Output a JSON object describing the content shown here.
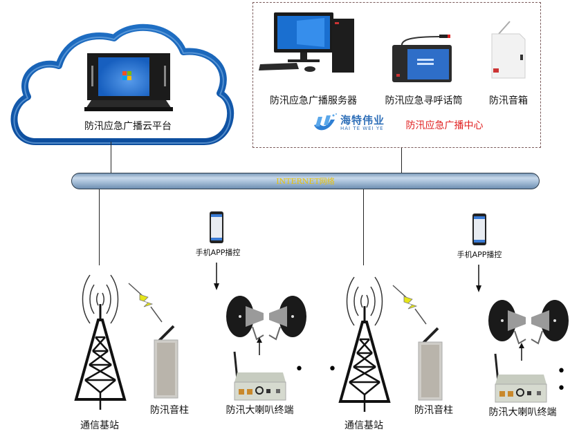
{
  "cloud": {
    "label": "防汛应急广播云平台",
    "device_icon": "rack-console-icon"
  },
  "center": {
    "devices": [
      {
        "label": "防汛应急广播服务器",
        "icon": "desktop-computer-icon"
      },
      {
        "label": "防汛应急寻呼话筒",
        "icon": "paging-microphone-icon"
      },
      {
        "label": "防汛音箱",
        "icon": "wall-speaker-icon"
      }
    ],
    "logo": {
      "name_cn": "海特伟业",
      "name_en": "HAI TE WEI YE",
      "icon": "haitewei-logo-icon"
    },
    "title": "防汛应急广播中心",
    "title_color": "#e02020"
  },
  "network": {
    "label": "INTERNET网络",
    "label_color": "#e8c20a"
  },
  "branches": [
    {
      "tower_label": "通信基站",
      "column_speaker_label": "防汛音柱",
      "app_label": "手机APP播控",
      "terminal_label": "防汛大喇叭终端",
      "ellipsis": "• •"
    },
    {
      "tower_label": "通信基站",
      "column_speaker_label": "防汛音柱",
      "app_label": "手机APP播控",
      "terminal_label": "防汛大喇叭终端",
      "ellipsis": "• •"
    }
  ]
}
